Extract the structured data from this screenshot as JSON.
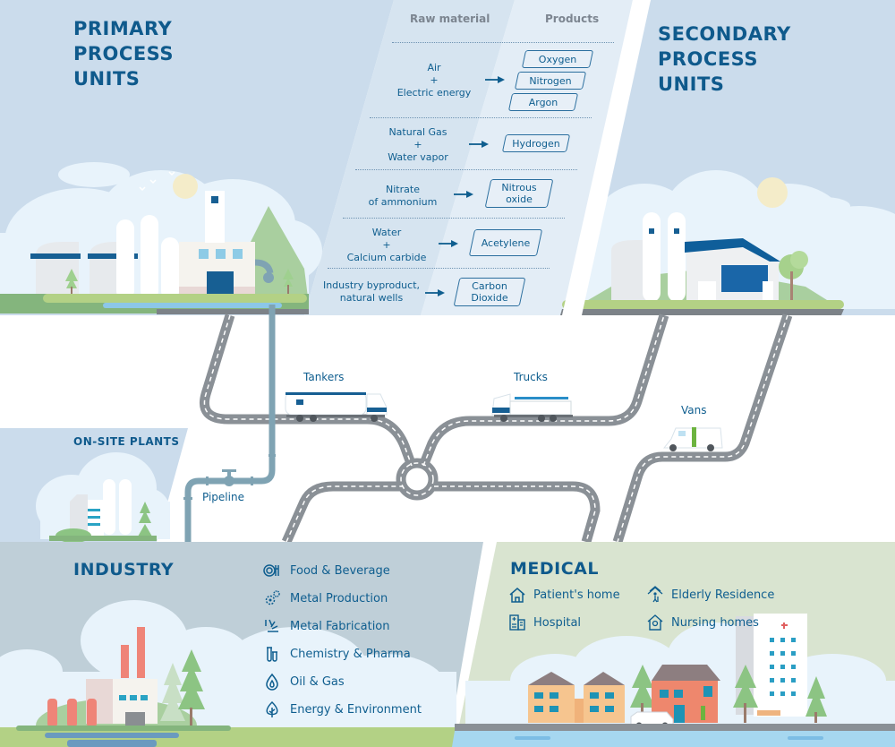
{
  "primary": {
    "title_lines": [
      "PRIMARY",
      "PROCESS",
      "UNITS"
    ]
  },
  "secondary": {
    "title_lines": [
      "SECONDARY",
      "PROCESS",
      "UNITS"
    ]
  },
  "table": {
    "header_raw": "Raw material",
    "header_products": "Products",
    "rows": [
      {
        "raw_lines": [
          "Air",
          "+",
          "Electric energy"
        ],
        "products": [
          "Oxygen",
          "Nitrogen",
          "Argon"
        ]
      },
      {
        "raw_lines": [
          "Natural Gas",
          "+",
          "Water vapor"
        ],
        "products": [
          "Hydrogen"
        ]
      },
      {
        "raw_lines": [
          "Nitrate",
          "of ammonium"
        ],
        "products": [
          "Nitrous oxide"
        ]
      },
      {
        "raw_lines": [
          "Water",
          "+",
          "Calcium carbide"
        ],
        "products": [
          "Acetylene"
        ]
      },
      {
        "raw_lines": [
          "Industry byproduct,",
          "natural wells"
        ],
        "products": [
          "Carbon Dioxide"
        ]
      }
    ],
    "row2_product_lines": [
      "Nitrous",
      "oxide"
    ],
    "row4_product_lines": [
      "Carbon",
      "Dioxide"
    ]
  },
  "transport": {
    "tankers": "Tankers",
    "trucks": "Trucks",
    "vans": "Vans",
    "pipeline": "Pipeline",
    "onsite": "ON-SITE PLANTS"
  },
  "industry": {
    "title": "INDUSTRY",
    "items": [
      {
        "label": "Food & Beverage",
        "icon": "food-icon"
      },
      {
        "label": "Metal Production",
        "icon": "gears-icon"
      },
      {
        "label": "Metal Fabrication",
        "icon": "sparks-icon"
      },
      {
        "label": "Chemistry & Pharma",
        "icon": "test-tubes-icon"
      },
      {
        "label": "Oil & Gas",
        "icon": "flame-icon"
      },
      {
        "label": "Energy & Environment",
        "icon": "leaf-icon"
      }
    ]
  },
  "medical": {
    "title": "MEDICAL",
    "items": [
      {
        "label": "Patient's home",
        "icon": "house-icon"
      },
      {
        "label": "Elderly Residence",
        "icon": "elderly-home-icon"
      },
      {
        "label": "Hospital",
        "icon": "hospital-icon"
      },
      {
        "label": "Nursing homes",
        "icon": "nursing-home-icon"
      }
    ]
  },
  "colors": {
    "title_blue": "#0f5a8c",
    "sky": "#cbdcec",
    "industry_bg": "#bfcfd8",
    "medical_bg": "#d9e4d0",
    "road": "#8a9096",
    "pipe": "#7fa3b3",
    "grass": "#b3d185"
  }
}
